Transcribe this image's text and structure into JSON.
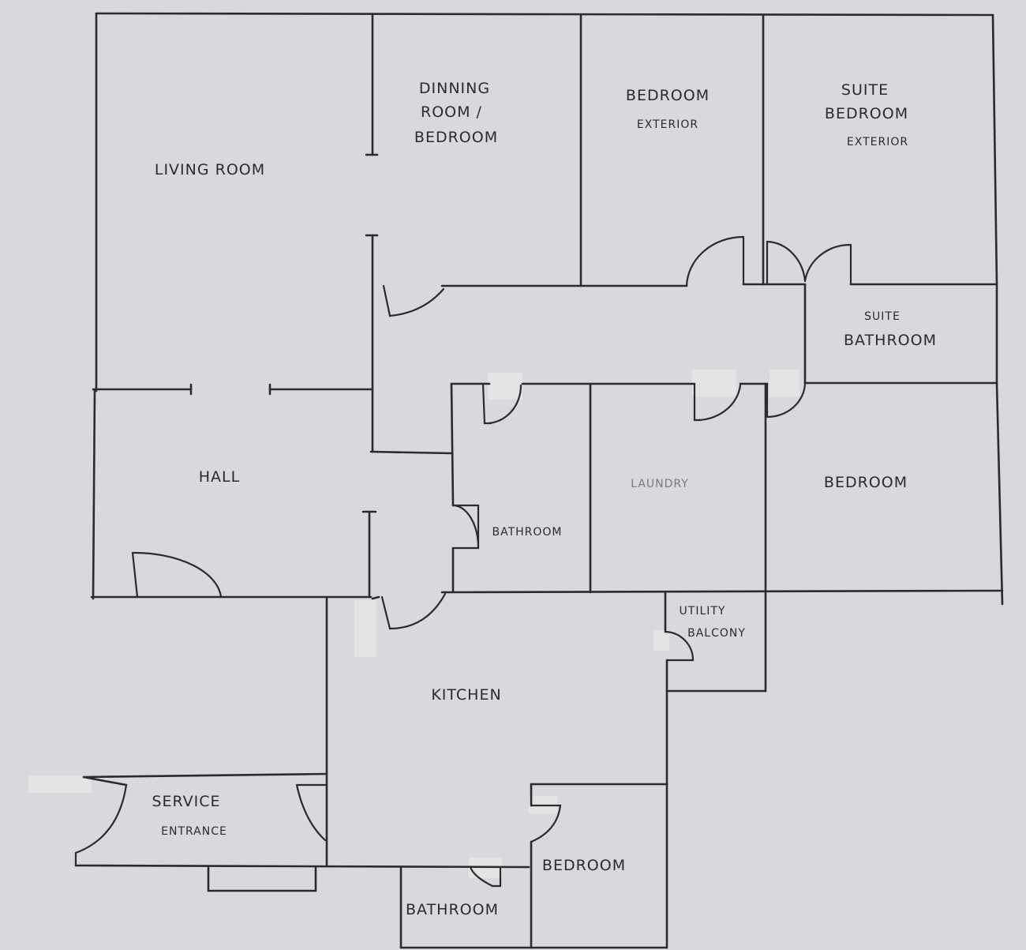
{
  "rooms": {
    "living_room": "LIVING ROOM",
    "dinning_bedroom": [
      "DINNING",
      "ROOM /",
      "BEDROOM"
    ],
    "bedroom_exterior": [
      "BEDROOM",
      "EXTERIOR"
    ],
    "suite_bedroom_exterior": [
      "SUITE",
      "BEDROOM",
      "EXTERIOR"
    ],
    "suite_bathroom": [
      "SUITE",
      "BATHROOM"
    ],
    "hall": "HALL",
    "bathroom_center": "BATHROOM",
    "laundry_smudged": "LAUNDRY",
    "bedroom_right": "BEDROOM",
    "utility_balcony": [
      "UTILITY",
      "BALCONY"
    ],
    "kitchen": "KITCHEN",
    "service_entrance": [
      "SERVICE",
      "ENTRANCE"
    ],
    "bedroom_bottom": "BEDROOM",
    "bathroom_bottom": "BATHROOM"
  },
  "colors": {
    "paper": "#d8d9dc",
    "ink": "#2b2b2e",
    "tape": "#e4e5e6"
  }
}
